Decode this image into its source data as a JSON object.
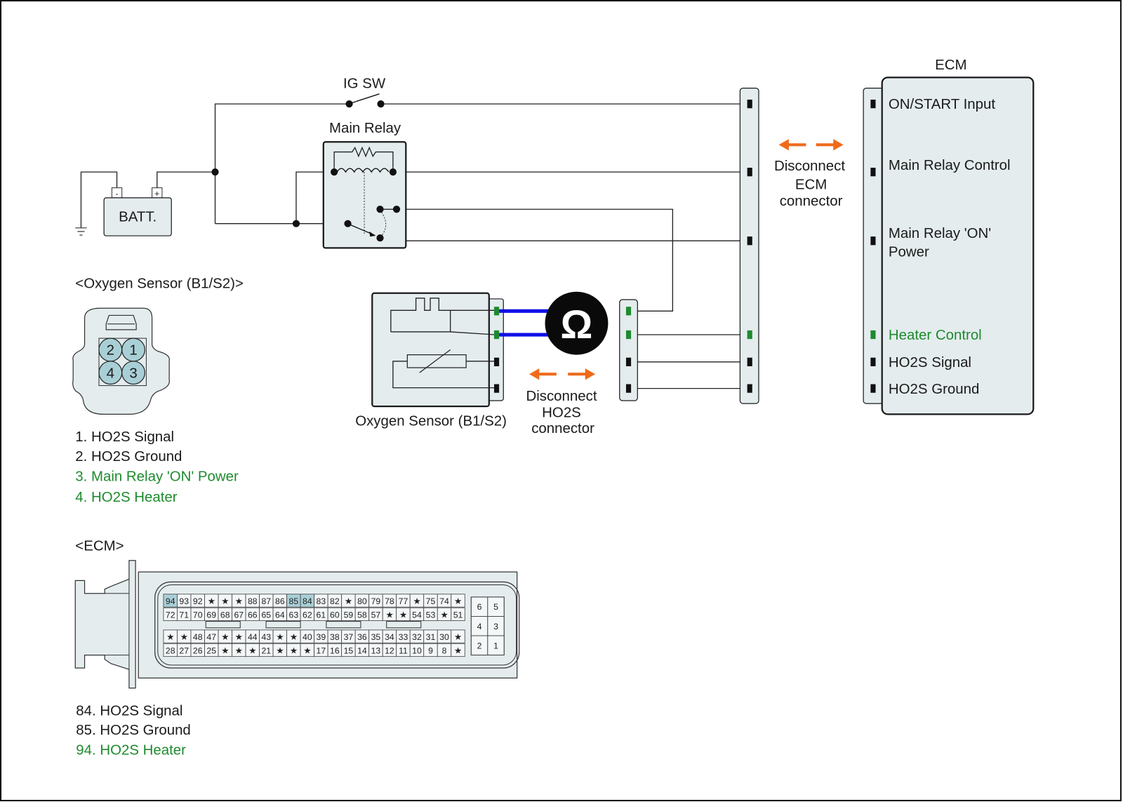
{
  "diagram": {
    "title_ig_sw": "IG SW",
    "main_relay_label": "Main Relay",
    "battery_label": "BATT.",
    "battery_minus": "-",
    "battery_plus": "+",
    "ecm_title": "ECM",
    "disconnect_ecm": [
      "Disconnect",
      "ECM",
      "connector"
    ],
    "disconnect_ho2s": [
      "Disconnect",
      "HO2S",
      "connector"
    ],
    "oxygen_sensor_label": "Oxygen Sensor (B1/S2)",
    "ohmmeter_symbol": "Ω",
    "ecm_pins": [
      {
        "label": "ON/START Input",
        "highlight": false
      },
      {
        "label": "Main Relay Control",
        "highlight": false
      },
      {
        "label": "Main Relay 'ON'",
        "label2": "Power",
        "highlight": false
      },
      {
        "label": "Heater Control",
        "highlight": true
      },
      {
        "label": "HO2S  Signal",
        "highlight": false
      },
      {
        "label": "HO2S  Ground",
        "highlight": false
      }
    ],
    "colors": {
      "highlight_green": "#1e8a2e",
      "arrow_orange": "#f06a1a",
      "meter_lead_blue": "#1010e8",
      "connector_fill": "#e4ecee",
      "pin_highlight_fill": "#a9cfd6"
    }
  },
  "o2_connector": {
    "title": "<Oxygen Sensor (B1/S2)>",
    "pins": [
      "2",
      "1",
      "4",
      "3"
    ],
    "legend": [
      {
        "text": "1. HO2S Signal",
        "highlight": false
      },
      {
        "text": "2. HO2S Ground",
        "highlight": false
      },
      {
        "text": "3. Main Relay 'ON' Power",
        "highlight": true
      },
      {
        "text": "4. HO2S Heater",
        "highlight": true
      }
    ]
  },
  "ecm_connector": {
    "title": "<ECM>",
    "row1": [
      "94",
      "93",
      "92",
      "★",
      "★",
      "★",
      "88",
      "87",
      "86",
      "85",
      "84",
      "83",
      "82",
      "★",
      "80",
      "79",
      "78",
      "77",
      "★",
      "75",
      "74",
      "★"
    ],
    "row2": [
      "72",
      "71",
      "70",
      "69",
      "68",
      "67",
      "66",
      "65",
      "64",
      "63",
      "62",
      "61",
      "60",
      "59",
      "58",
      "57",
      "★",
      "★",
      "54",
      "53",
      "★",
      "51"
    ],
    "row3": [
      "★",
      "★",
      "48",
      "47",
      "★",
      "★",
      "44",
      "43",
      "★",
      "★",
      "40",
      "39",
      "38",
      "37",
      "36",
      "35",
      "34",
      "33",
      "32",
      "31",
      "30",
      "★"
    ],
    "row4": [
      "28",
      "27",
      "26",
      "25",
      "★",
      "★",
      "★",
      "21",
      "★",
      "★",
      "★",
      "17",
      "16",
      "15",
      "14",
      "13",
      "12",
      "11",
      "10",
      "9",
      "8",
      "★"
    ],
    "highlighted_pins": [
      "94",
      "85",
      "84"
    ],
    "small_block": [
      [
        "6",
        "5"
      ],
      [
        "4",
        "3"
      ],
      [
        "2",
        "1"
      ]
    ],
    "legend": [
      {
        "text": "84. HO2S Signal",
        "highlight": false
      },
      {
        "text": "85. HO2S Ground",
        "highlight": false
      },
      {
        "text": "94. HO2S Heater",
        "highlight": true
      }
    ]
  }
}
